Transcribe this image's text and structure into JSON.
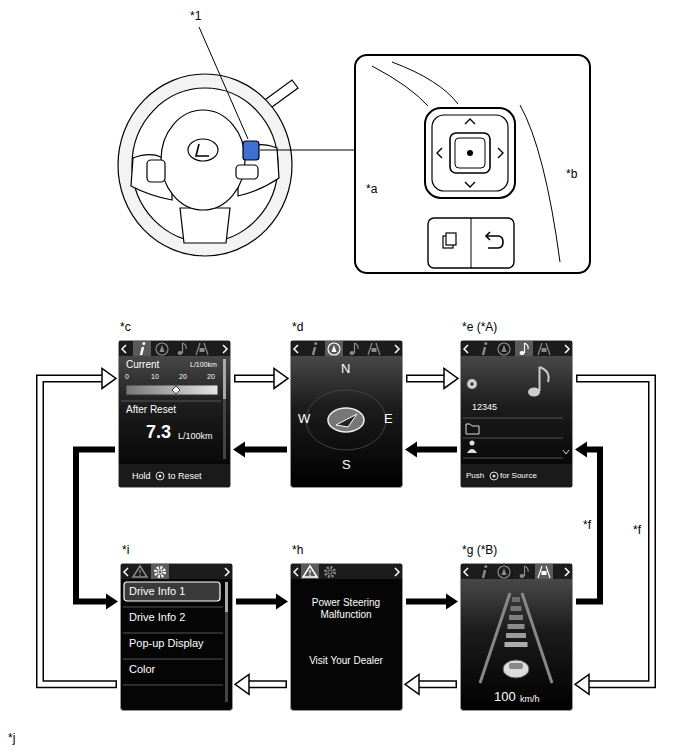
{
  "diagram": {
    "nodes": [
      {
        "text": [
          "*c",
          "Current",
          "L/100km",
          "0",
          "10",
          "20",
          "20",
          "After Reset",
          "7.3",
          "L/100km",
          "Hold",
          "to Reset"
        ]
      },
      {
        "text": [
          "*d",
          "N",
          "W",
          "E",
          "S"
        ]
      },
      {
        "text": [
          "*e (*A)",
          "12345",
          "Push",
          "for Source"
        ]
      },
      {
        "text": [
          "*i",
          "Drive Info 1",
          "Drive Info 2",
          "Pop-up Display",
          "Color"
        ]
      },
      {
        "text": [
          "*h",
          "Power Steering Malfunction",
          "Visit Your Dealer"
        ]
      },
      {
        "text": [
          "*g (*B)",
          "100",
          "km/h"
        ]
      }
    ],
    "edges": [
      {
        "from": 0,
        "to": 1,
        "arrow": "to"
      },
      {
        "from": 1,
        "to": 2,
        "arrow": "to"
      },
      {
        "from": 2,
        "to": 1,
        "arrow": "to"
      },
      {
        "from": 1,
        "to": 0,
        "arrow": "to"
      },
      {
        "from": 2,
        "to": 5,
        "arrow": "to",
        "label": "*f"
      },
      {
        "from": 5,
        "to": 2,
        "arrow": "to",
        "label": "*f"
      },
      {
        "from": 5,
        "to": 4,
        "arrow": "to"
      },
      {
        "from": 4,
        "to": 3,
        "arrow": "to"
      },
      {
        "from": 3,
        "to": 4,
        "arrow": "to"
      },
      {
        "from": 4,
        "to": 5,
        "arrow": "to"
      },
      {
        "from": 3,
        "to": 0,
        "arrow": "to"
      },
      {
        "from": 0,
        "to": 3,
        "arrow": "to"
      }
    ],
    "labels": [
      "*1",
      "*a",
      "*b",
      "*j"
    ]
  }
}
